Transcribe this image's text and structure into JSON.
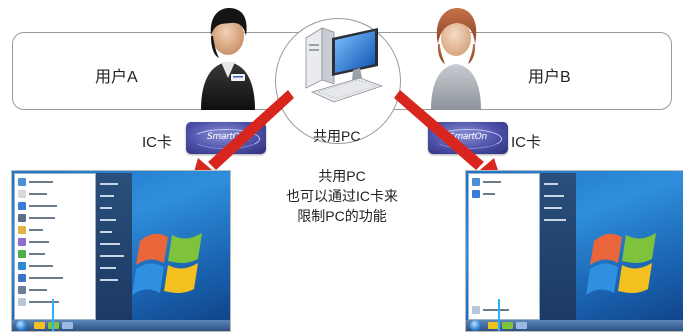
{
  "users": [
    {
      "label": "用户A"
    },
    {
      "label": "用户B"
    }
  ],
  "center": {
    "circle_label": "共用PC",
    "caption_lines": [
      "共用PC",
      "也可以通过IC卡来",
      "限制PC的功能"
    ]
  },
  "cards": [
    {
      "label": "IC卡",
      "logo_text": "SmartOn"
    },
    {
      "label": "IC卡",
      "logo_text": "SmartOn"
    }
  ],
  "colors": {
    "arrow": "#d8261e",
    "card": "#4d50a8",
    "desktop": "#2f8fdc",
    "band_border": "#9a9a9a"
  },
  "icons": [
    "person-female-icon",
    "person-male-icon",
    "computer-icon",
    "arrow-icon",
    "ic-card-icon"
  ]
}
